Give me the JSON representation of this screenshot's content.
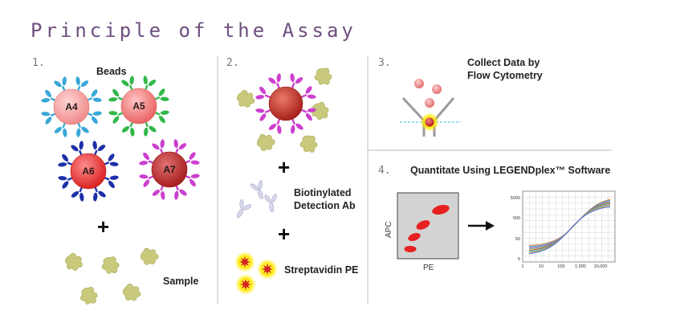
{
  "title": "Principle of the Assay",
  "steps": {
    "s1": {
      "num": "1.",
      "beads_label": "Beads",
      "sample_label": "Sample"
    },
    "s2": {
      "num": "2.",
      "detection_label_1": "Biotinylated",
      "detection_label_2": "Detection Ab",
      "pe_label": "Streptavidin PE"
    },
    "s3": {
      "num": "3.",
      "label_1": "Collect Data by",
      "label_2": "Flow Cytometry"
    },
    "s4": {
      "num": "4.",
      "label": "Quantitate Using LEGENDplex™ Software"
    }
  },
  "beads": [
    {
      "label": "A4",
      "color": "#f08a8a",
      "antibody_color": "#3aa8d8"
    },
    {
      "label": "A5",
      "color": "#ef7070",
      "antibody_color": "#32b84a"
    },
    {
      "label": "A6",
      "color": "#e53030",
      "antibody_color": "#1c2fa8"
    },
    {
      "label": "A7",
      "color": "#c22a2a",
      "antibody_color": "#cc3fcf"
    }
  ],
  "plot": {
    "xlabel": "PE",
    "ylabel": "APC"
  },
  "curve_plot": {
    "y_ticks": [
      "5000",
      "500",
      "50",
      "5"
    ],
    "x_ticks": [
      "1",
      "10",
      "100",
      "1,000",
      "10,000"
    ]
  },
  "symbols": {
    "plus": "+"
  },
  "colors": {
    "title": "#6e4f7e",
    "antigen": "#c9c97c",
    "bead_red": "#d63030",
    "pe": "#ffe600"
  }
}
